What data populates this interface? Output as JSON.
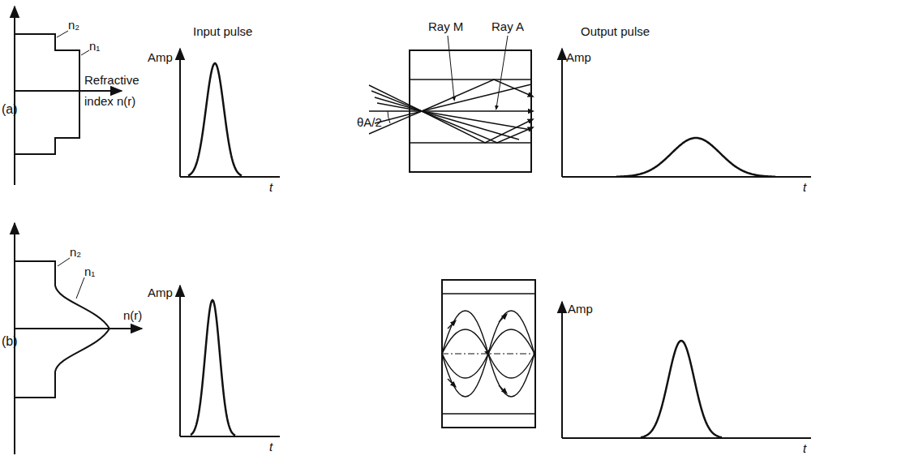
{
  "diagram": {
    "labels": [
      "(a)",
      "n₂",
      "n₁",
      "Refractive index n(r)",
      "Input pulse",
      "Amp",
      "t",
      "Ray M",
      "Ray A",
      "θA/2",
      "Output pulse",
      "Amp",
      "t",
      "(b)",
      "n₂",
      "n₁",
      "n(r)",
      "Amp",
      "t",
      "Amp",
      "t"
    ]
  }
}
